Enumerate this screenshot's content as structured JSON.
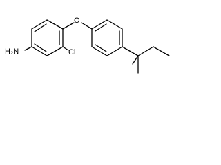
{
  "molecule": {
    "labels": {
      "amine": "H₂N",
      "chloro": "Cl",
      "ether": "O"
    }
  }
}
